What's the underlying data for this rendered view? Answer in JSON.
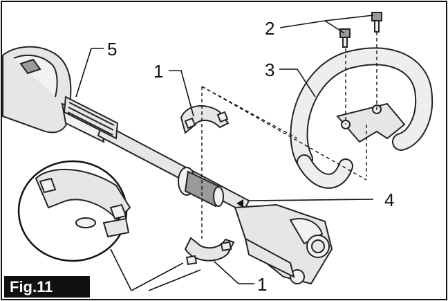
{
  "figure": {
    "label": "Fig.11",
    "callouts": [
      "1",
      "2",
      "3",
      "4",
      "5",
      "1"
    ]
  }
}
